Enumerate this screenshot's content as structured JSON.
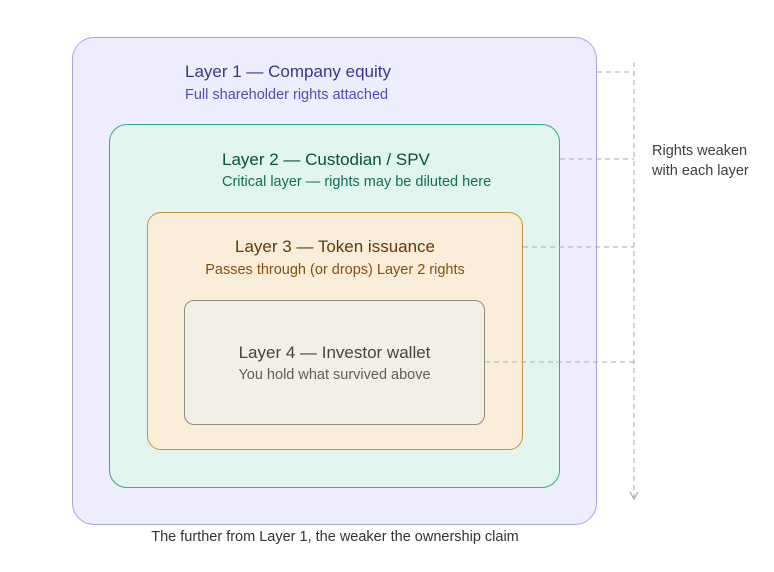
{
  "colors": {
    "layer1_fill": "#eeedfe",
    "layer1_border": "#a8a2e8",
    "layer1_title": "#3c3489",
    "layer1_sub": "#534ab7",
    "layer2_fill": "#e1f5ee",
    "layer2_border": "#3fa886",
    "layer2_title": "#085041",
    "layer2_sub": "#0f6e56",
    "layer3_fill": "#faeeda",
    "layer3_border": "#c4923e",
    "layer3_title": "#633806",
    "layer3_sub": "#854f0b",
    "layer4_fill": "#f1efe8",
    "layer4_border": "#8f8c84",
    "layer4_title": "#444441",
    "layer4_sub": "#5f5e5a",
    "connector": "#a9a9a9"
  },
  "layers": [
    {
      "title": "Layer 1 — Company equity",
      "subtitle": "Full shareholder rights attached"
    },
    {
      "title": "Layer 2 — Custodian / SPV",
      "subtitle": "Critical layer — rights may be diluted here"
    },
    {
      "title": "Layer 3 — Token issuance",
      "subtitle": "Passes through (or drops) Layer 2 rights"
    },
    {
      "title": "Layer 4 — Investor wallet",
      "subtitle": "You hold what survived above"
    }
  ],
  "side_note": "Rights weaken with each layer",
  "caption": "The further from Layer 1, the weaker the ownership claim"
}
